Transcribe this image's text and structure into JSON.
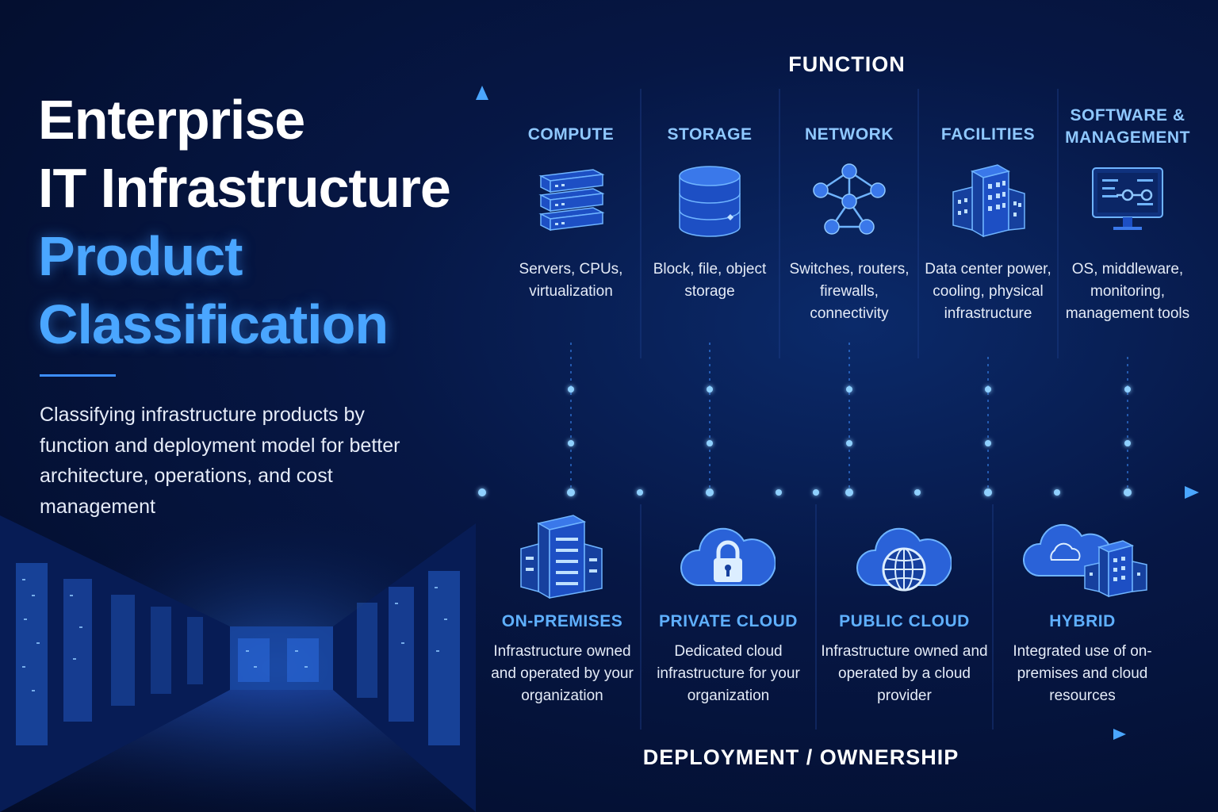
{
  "title": {
    "line1": "Enterprise",
    "line2": "IT Infrastructure",
    "line3": "Product",
    "line4": "Classification"
  },
  "subtitle": "Classifying infrastructure products by function and deployment model for better architecture, operations, and cost management",
  "axes": {
    "function_label": "FUNCTION",
    "deployment_label": "DEPLOYMENT / OWNERSHIP"
  },
  "functions": [
    {
      "name": "COMPUTE",
      "description": "Servers, CPUs, virtualization",
      "icon": "server-stack-icon"
    },
    {
      "name": "STORAGE",
      "description": "Block, file, object storage",
      "icon": "database-icon"
    },
    {
      "name": "NETWORK",
      "description": "Switches, routers, firewalls, connectivity",
      "icon": "network-topology-icon"
    },
    {
      "name": "FACILITIES",
      "description": "Data center power, cooling, physical infrastructure",
      "icon": "building-icon"
    },
    {
      "name": "SOFTWARE & MANAGEMENT",
      "description": "OS, middleware, monitoring, management tools",
      "icon": "monitor-icon"
    }
  ],
  "deployments": [
    {
      "name": "ON-PREMISES",
      "description": "Infrastructure owned and operated by your organization",
      "icon": "datacenter-building-icon"
    },
    {
      "name": "PRIVATE CLOUD",
      "description": "Dedicated cloud infrastructure for your organization",
      "icon": "cloud-lock-icon"
    },
    {
      "name": "PUBLIC CLOUD",
      "description": "Infrastructure owned and operated by a cloud provider",
      "icon": "cloud-globe-icon"
    },
    {
      "name": "HYBRID",
      "description": "Integrated use of on-premises and cloud resources",
      "icon": "cloud-building-icon"
    }
  ],
  "colors": {
    "background": "#061745",
    "accent": "#4aa6ff",
    "heading_blue": "#8fc8ff",
    "deployment_blue": "#5fb0ff"
  }
}
